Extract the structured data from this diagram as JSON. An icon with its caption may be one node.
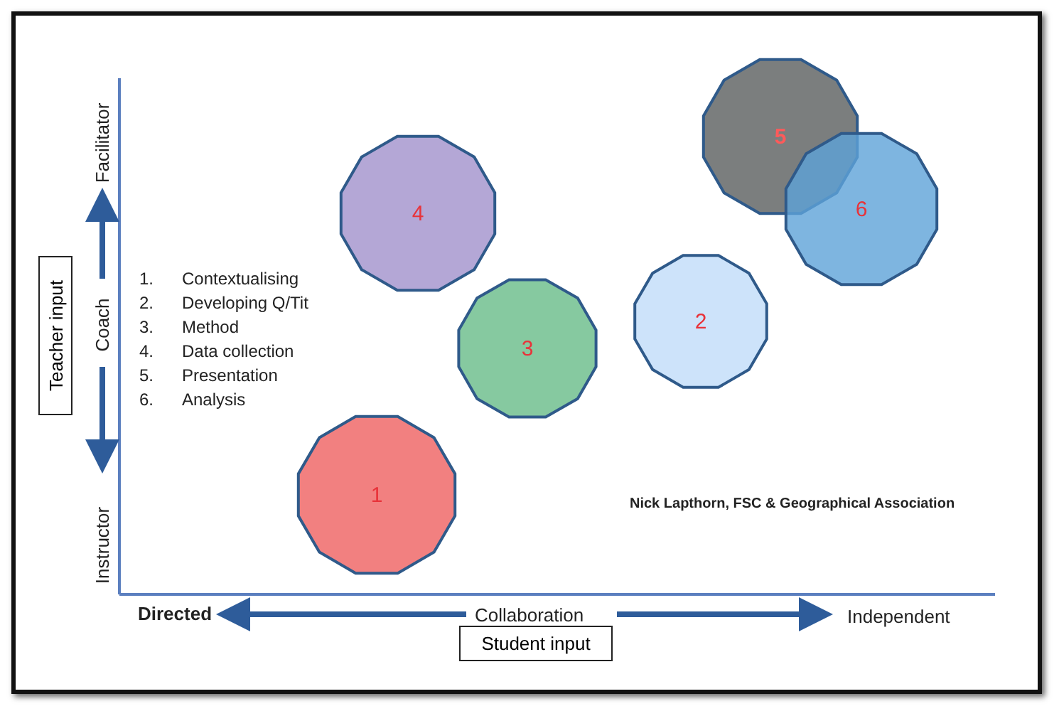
{
  "diagram": {
    "nodes": [
      {
        "text": [
          "5"
        ]
      },
      {
        "text": [
          "4"
        ]
      },
      {
        "text": [
          "6"
        ]
      },
      {
        "text": [
          "2"
        ]
      },
      {
        "text": [
          "3"
        ]
      },
      {
        "text": [
          "1"
        ]
      },
      {
        "text": [
          "Teacher input"
        ]
      },
      {
        "text": [
          "Student input"
        ]
      }
    ],
    "edges": [],
    "labels": [
      "Facilitator",
      "Coach",
      "Instructor",
      "1.",
      "Contextualising",
      "2.",
      "Developing Q/Tit",
      "3.",
      "Method",
      "4.",
      "Data collection",
      "5.",
      "Presentation",
      "6.",
      "Analysis",
      "Nick Lapthorn, FSC & Geographical Association",
      "Directed",
      "Collaboration",
      "Independent"
    ]
  }
}
